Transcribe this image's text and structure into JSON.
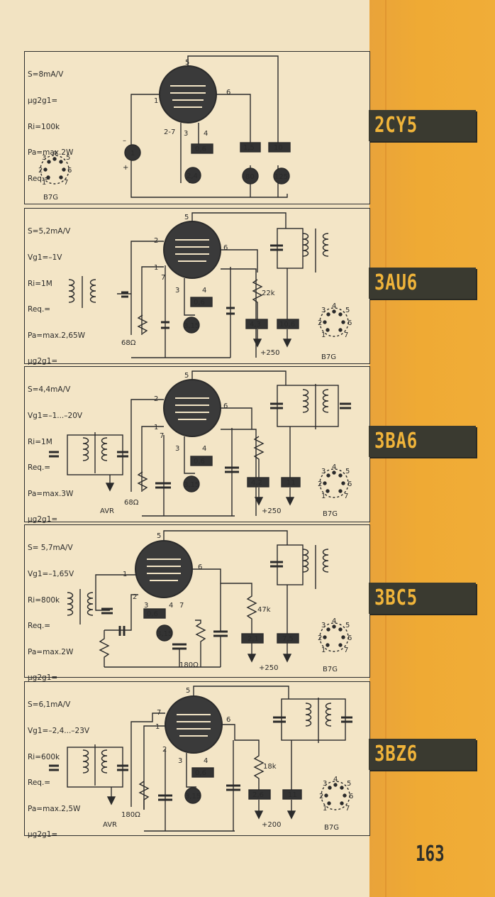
{
  "page_number": "163",
  "tubes": [
    {
      "type": "2CY5",
      "params": [
        "S=8mA/V",
        "µg2g1=",
        "Ri=100k",
        "Pa=max.2W",
        "Req.="
      ],
      "base": "B7G",
      "pins": {
        "p1": "1",
        "p2": "2-7",
        "p3": "3",
        "p4": "4",
        "p5": "5",
        "p6": "6"
      },
      "socket_pins": [
        "1",
        "2",
        "3",
        "4",
        "5",
        "6",
        "7"
      ],
      "values": {
        "heater": "0,6",
        "grid_circle": "1",
        "cathode_circle": "2,4",
        "g2_box": "1,5",
        "g2_circle": "80",
        "anode_box": "10",
        "anode_circle": "125"
      },
      "signs": {
        "minus": "–",
        "plus": "+"
      }
    },
    {
      "type": "3AU6",
      "params": [
        "S=5,2mA/V",
        "Vg1=–1V",
        "Ri=1M",
        "Req.=",
        "Pa=max.2,65W",
        "µg2g1="
      ],
      "base": "B7G",
      "pins": {
        "p1": "1",
        "p2": "2",
        "p3": "3",
        "p4": "4",
        "p5": "5",
        "p6": "6",
        "p7": "7"
      },
      "socket_pins": [
        "1",
        "2",
        "3",
        "4",
        "5",
        "6",
        "7"
      ],
      "values": {
        "heater": "0,6",
        "cathode": "3,15",
        "r_g2": "22k",
        "g2_box": "4,3",
        "anode_box": "10,6",
        "r_k": "68Ω",
        "supply": "+250"
      }
    },
    {
      "type": "3BA6",
      "params": [
        "S=4,4mA/V",
        "Vg1=–1...–20V",
        "Ri=1M",
        "Req.=",
        "Pa=max.3W",
        "µg2g1="
      ],
      "base": "B7G",
      "pins": {
        "p1": "1",
        "p2": "2",
        "p3": "3",
        "p4": "4",
        "p5": "5",
        "p6": "6",
        "p7": "7"
      },
      "socket_pins": [
        "1",
        "2",
        "3",
        "4",
        "5",
        "6",
        "7"
      ],
      "values": {
        "heater": "0,6",
        "cathode": "3,15",
        "g2_box": "4,2",
        "anode_box": "11",
        "r_k": "68Ω",
        "supply": "+250",
        "avr": "AVR"
      }
    },
    {
      "type": "3BC5",
      "params": [
        "S= 5,7mA/V",
        "Vg1=–1,65V",
        "Ri=800k",
        "Req.=",
        "Pa=max.2W",
        "µg2g1="
      ],
      "base": "B7G",
      "pins": {
        "p1": "1",
        "p2": "2",
        "p3": "3",
        "p4": "4",
        "p5": "5",
        "p6": "6",
        "p7": "7"
      },
      "socket_pins": [
        "1",
        "2",
        "3",
        "4",
        "5",
        "6",
        "7"
      ],
      "values": {
        "heater": "0,6",
        "cathode": "3,15",
        "r_g2": "47k",
        "g2_box": "2,1",
        "anode_box": "7,5",
        "r_k": "180Ω",
        "supply": "+250"
      }
    },
    {
      "type": "3BZ6",
      "params": [
        "S=6,1mA/V",
        "Vg1=–2,4...–23V",
        "Ri=600k",
        "Req.=",
        "Pa=max.2,5W",
        "µg2g1="
      ],
      "base": "B7G",
      "pins": {
        "p1": "1",
        "p2": "2",
        "p3": "3",
        "p4": "4",
        "p5": "5",
        "p6": "6",
        "p7": "7"
      },
      "socket_pins": [
        "1",
        "2",
        "3",
        "4",
        "5",
        "6",
        "7"
      ],
      "values": {
        "heater": "0,6",
        "cathode": "3,15",
        "r_g2": "18k",
        "g2_box": "2,6",
        "anode_box": "11",
        "r_k": "180Ω",
        "supply": "+200",
        "avr": "AVR"
      }
    }
  ],
  "colors": {
    "paper": "#f2e3c2",
    "strip": "#efaa34",
    "tag_bg": "#3a3a30",
    "tag_text": "#f0b43a",
    "ink": "#2b2b2b"
  }
}
